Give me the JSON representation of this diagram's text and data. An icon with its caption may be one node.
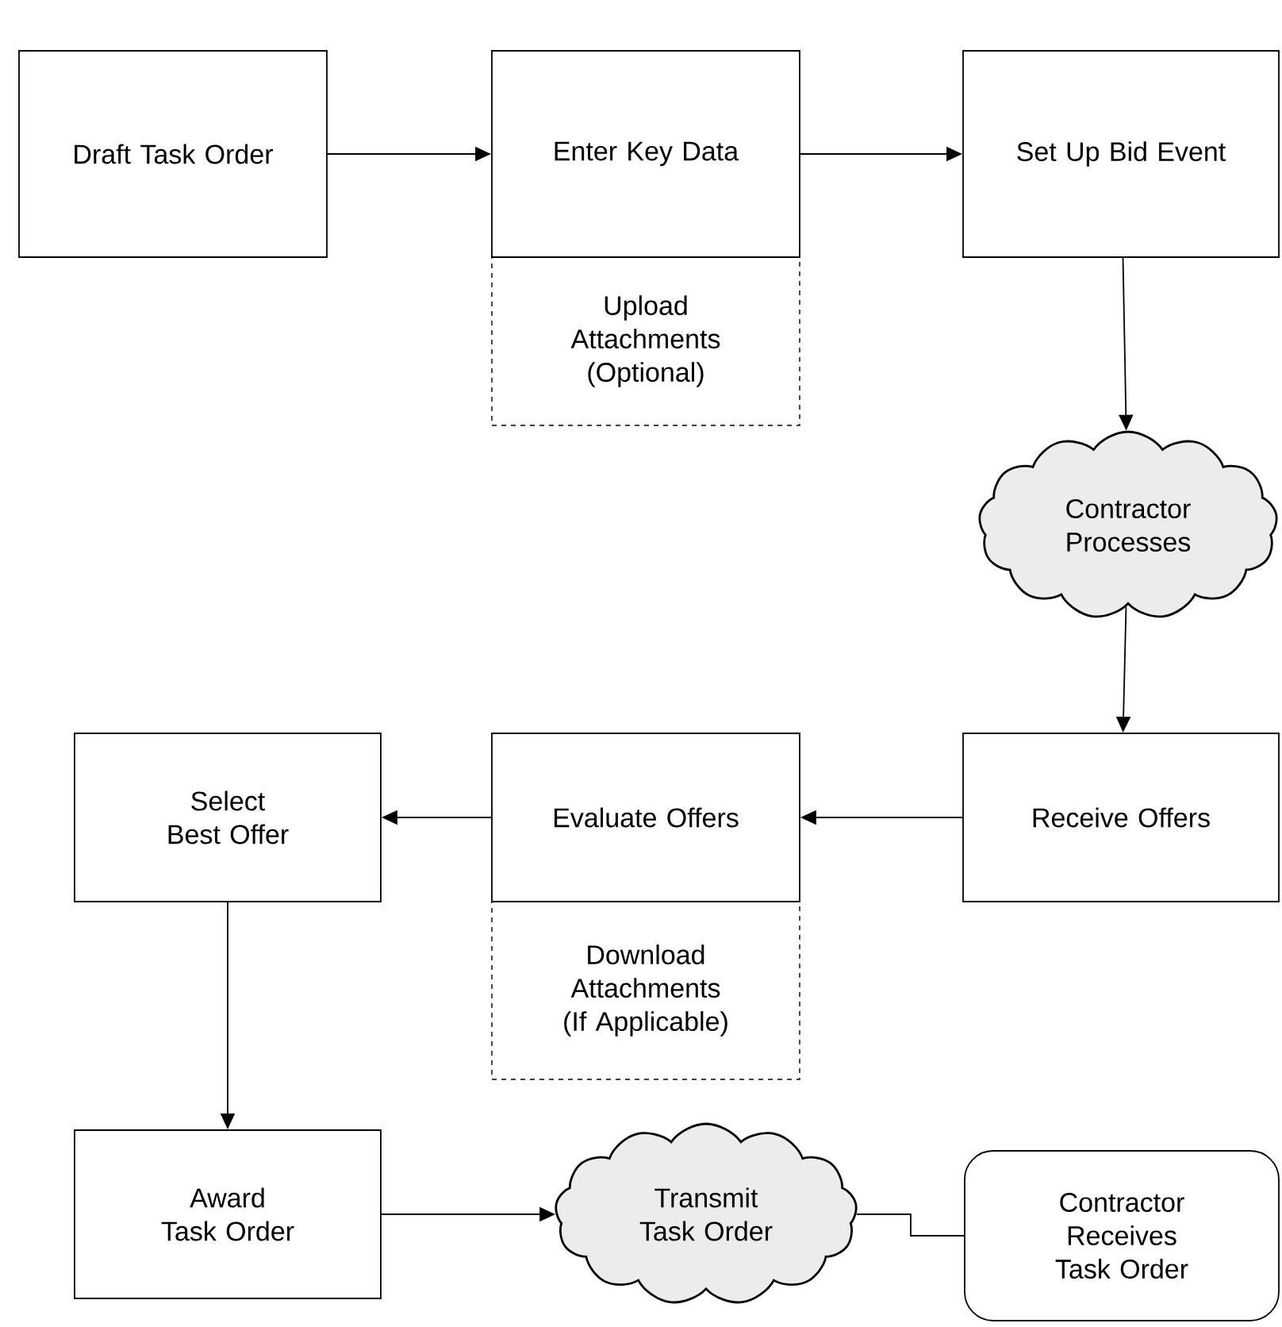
{
  "diagram": {
    "nodes": [
      {
        "text": [
          "Draft Task Order"
        ]
      },
      {
        "text": [
          "Enter Key Data"
        ]
      },
      {
        "text": [
          "Upload Attachments (Optional)"
        ]
      },
      {
        "text": [
          "Set Up Bid Event"
        ]
      },
      {
        "text": [
          "Contractor Processes"
        ]
      },
      {
        "text": [
          "Receive Offers"
        ]
      },
      {
        "text": [
          "Evaluate Offers"
        ]
      },
      {
        "text": [
          "Download Attachments (If Applicable)"
        ]
      },
      {
        "text": [
          "Select Best Offer"
        ]
      },
      {
        "text": [
          "Award Task Order"
        ]
      },
      {
        "text": [
          "Transmit Task Order"
        ]
      },
      {
        "text": [
          "Contractor Receives Task Order"
        ]
      }
    ],
    "edges": [
      {
        "from": 0,
        "to": 1,
        "arrow": "to"
      },
      {
        "from": 1,
        "to": 3,
        "arrow": "to"
      },
      {
        "from": 3,
        "to": 4,
        "arrow": "to"
      },
      {
        "from": 4,
        "to": 5,
        "arrow": "to"
      },
      {
        "from": 5,
        "to": 6,
        "arrow": "to"
      },
      {
        "from": 6,
        "to": 8,
        "arrow": "to"
      },
      {
        "from": 8,
        "to": 9,
        "arrow": "to"
      },
      {
        "from": 9,
        "to": 10,
        "arrow": "to"
      },
      {
        "from": 10,
        "to": 11,
        "arrow": "none"
      }
    ]
  }
}
